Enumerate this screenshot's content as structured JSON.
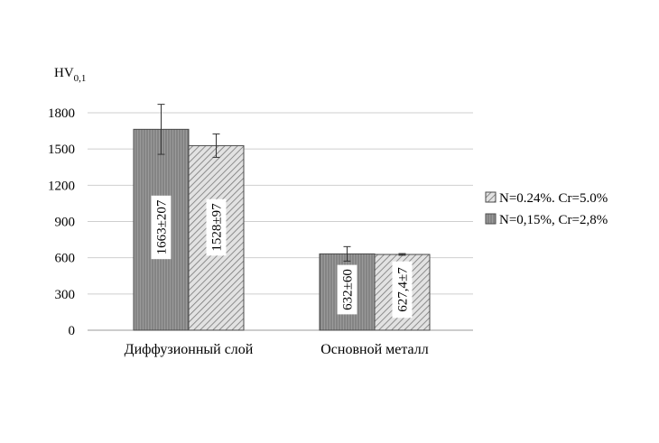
{
  "chart_data": {
    "type": "bar",
    "ylabel_main": "HV",
    "ylabel_sub": "0,1",
    "categories": [
      "Диффузионный слой",
      "Основной металл"
    ],
    "series": [
      {
        "name": "N=0,15%, Cr=2,8%",
        "values": [
          1663,
          632
        ],
        "errors": [
          207,
          60
        ],
        "labels": [
          "1663±207",
          "632±60"
        ],
        "pattern": "vertical-lines",
        "color": "#8c8c8c"
      },
      {
        "name": "N=0.24%. Cr=5.0%",
        "values": [
          1528,
          627.4
        ],
        "errors": [
          97,
          7
        ],
        "labels": [
          "1528±97",
          "627,4±7"
        ],
        "pattern": "diagonal-hatch",
        "color": "#bdbdbd"
      }
    ],
    "legend_order": [
      1,
      0
    ],
    "ylim": [
      0,
      1800
    ],
    "yticks": [
      "0",
      "300",
      "600",
      "900",
      "1200",
      "1500",
      "1800"
    ],
    "grid": true,
    "legend_position": "right"
  }
}
